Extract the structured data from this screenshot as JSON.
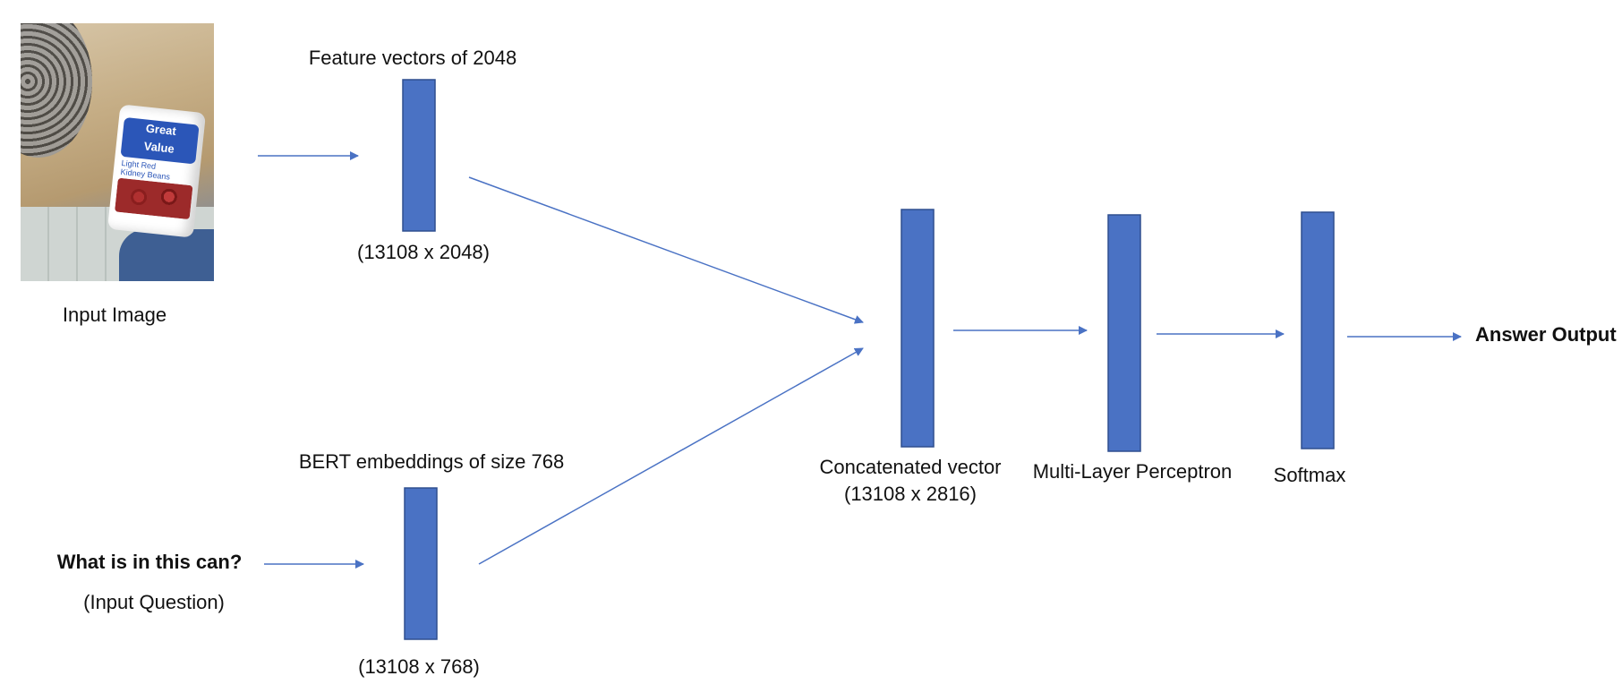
{
  "input_image": {
    "caption": "Input Image",
    "can_brand_line1": "Great",
    "can_brand_line2": "Value",
    "can_text_line1": "Light Red",
    "can_text_line2": "Kidney Beans"
  },
  "image_branch": {
    "title": "Feature vectors of 2048",
    "dims": "(13108 x 2048)"
  },
  "question_branch": {
    "question": "What is in this can?",
    "question_note": "(Input Question)",
    "title": "BERT embeddings of size 768",
    "dims": "(13108 x 768)"
  },
  "concat": {
    "label": "Concatenated vector",
    "dims": "(13108 x 2816)"
  },
  "mlp": {
    "label": "Multi-Layer Perceptron"
  },
  "softmax": {
    "label": "Softmax"
  },
  "output": {
    "label": "Answer Output"
  },
  "colors": {
    "block_fill": "#4a72c4",
    "block_stroke": "#2f4f8f",
    "arrow": "#4a72c4"
  }
}
